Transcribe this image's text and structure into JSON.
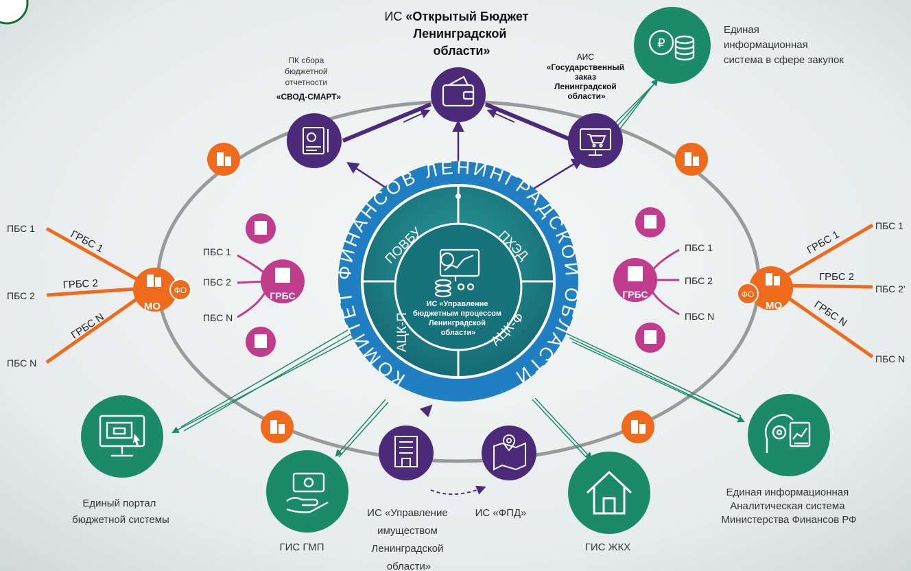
{
  "center": {
    "title": "ИС «Управление бюджетным процессом Ленинградской области»",
    "title_lines": [
      "ИС «Управление",
      "бюджетным процессом",
      "Ленинградской",
      "области»"
    ],
    "ring_text": "КОМИТЕТ ФИНАНСОВ ЛЕНИНГРАДСКОЙ ОБЛАСТИ",
    "segments": {
      "top_left": "ПОВБУ",
      "top_right": "ПХЭД",
      "bottom_left": "АЦК-П",
      "bottom_right": "АЦК-Ф"
    }
  },
  "top": {
    "obudget_prefix": "ИС ",
    "obudget_lines": [
      "«Открытый Бюджет",
      "Ленинградской",
      "области»"
    ],
    "svod_lines": [
      "ПК сбора",
      "бюджетной",
      "отчетности"
    ],
    "svod_bold": "«СВОД-СМАРТ»",
    "ais_prefix": "АИС",
    "ais_lines": [
      "«Государственный",
      "заказ",
      "Ленинградской",
      "области»"
    ],
    "eis_lines": [
      "Единая",
      "информационная",
      "система в сфере закупок"
    ]
  },
  "left": {
    "mo": "МО",
    "fo": "ФО",
    "grbs": [
      "ГРБС 1",
      "ГРБС 2",
      "ГРБС N"
    ],
    "pbs": [
      "ПБС 1",
      "ПБС 2",
      "ПБС N"
    ],
    "inner_grbs": "ГРБС",
    "inner_pbs": [
      "ПБС 1",
      "ПБС 2",
      "ПБС N"
    ]
  },
  "right": {
    "mo": "МО",
    "fo": "ФО",
    "grbs": [
      "ГРБС 1",
      "ГРБС 2",
      "ГРБС N"
    ],
    "pbs": [
      "ПБС 1",
      "ПБС 2'",
      "ПБС N"
    ],
    "inner_grbs": "ГРБС",
    "inner_pbs": [
      "ПБС 1",
      "ПБС 2",
      "ПБС N"
    ]
  },
  "bottom": {
    "portal_lines": [
      "Единый портал",
      "бюджетной системы"
    ],
    "gisgmp": "ГИС ГМП",
    "property_lines": [
      "ИС «Управление",
      "имуществом",
      "Ленинградской",
      "области»"
    ],
    "fpd": "ИС «ФПД»",
    "giszkh": "ГИС ЖКХ",
    "eias_lines": [
      "Единая информационная",
      "Аналитическая система",
      "Министерства Финансов РФ"
    ]
  },
  "colors": {
    "purple": "#4b2a7a",
    "green": "#1a8a68",
    "orange": "#ef6a1a",
    "pink": "#c23c8e",
    "blue": "#1f7fc2",
    "teal": "#1a7a82",
    "ellipse": "#9a9a9a"
  }
}
